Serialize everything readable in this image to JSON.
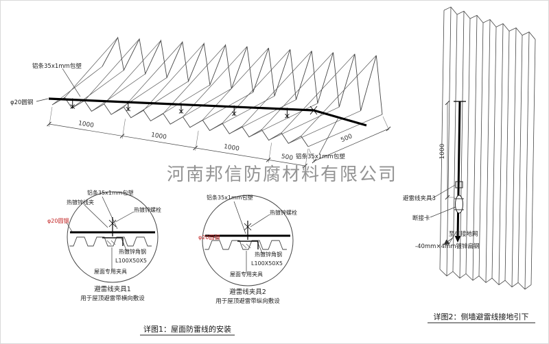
{
  "watermark": "河南邦信防腐材料有限公司",
  "main_view": {
    "label_strip_top": "铝条35x1mm包塑",
    "label_round_steel": "φ20圆钢",
    "label_strip_right": "铝条35x1mm包塑",
    "dims": [
      "1000",
      "1000",
      "1000",
      "500"
    ],
    "dim_right": "500"
  },
  "detail1": {
    "label_wire_clamp": "热镀锌线夹",
    "label_strip": "铝条35x1mm包塑",
    "label_bolt": "热镀锌螺栓",
    "label_round_steel": "φ20圆钢",
    "label_angle": "热镀锌角钢",
    "label_angle_spec": "L100X50X5",
    "label_roof_clamp": "屋面专用夹具",
    "caption_line1": "避雷线夹具1",
    "caption_line2": "用于屋顶避雷带横向敷设"
  },
  "detail2": {
    "label_strip": "铝条35x1mm包塑",
    "label_bolt": "热镀锌螺栓",
    "label_round_steel": "φ20圆钢",
    "label_angle": "热镀锌角钢",
    "label_angle_spec": "L100X50X5",
    "label_roof_clamp": "屋面专用夹具",
    "caption_line1": "避雷线夹具2",
    "caption_line2": "用于屋顶避雷带纵向敷设"
  },
  "wall_view": {
    "dim_height": "1000",
    "label_clamp3": "避雷线夹具3",
    "label_disconnect": "断接卡",
    "label_to_ground": "至主接地网",
    "label_flat_steel": "-40mm×4mm镀锌扁钢"
  },
  "captions": {
    "detail1": "详图1：屋面防雷线的安装",
    "detail2": "详图2：侧墙避雷线接地引下"
  },
  "colors": {
    "line": "#333333",
    "accent_red": "#cc2222",
    "watermark_gray": "#909090"
  }
}
